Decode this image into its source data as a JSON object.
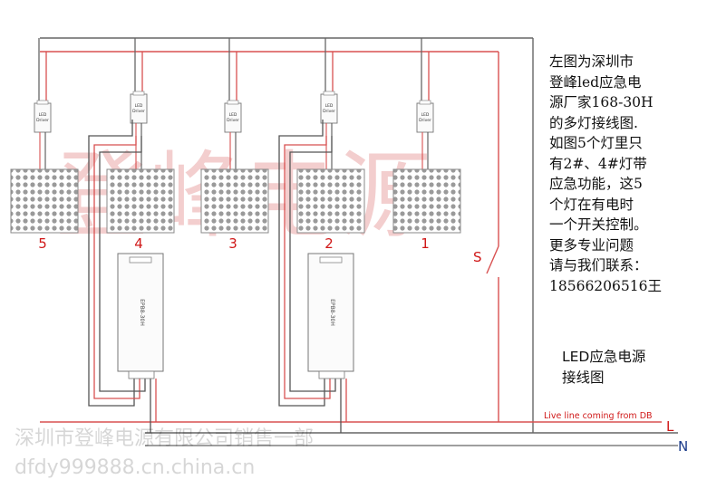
{
  "colors": {
    "live": "#d01818",
    "neutral": "#555555",
    "wire_red": "#e05050",
    "wire_dark": "#505050",
    "watermark": "#f0c8c8"
  },
  "watermark": {
    "big": "登峰电源",
    "company": "深圳市登峰电源有限公司销售一部",
    "site": "dfdy999888.cn.china.cn"
  },
  "description": {
    "text": "左图为深圳市\n登峰led应急电\n源厂家168-30H\n的多灯接线图.\n如图5个灯里只\n有2#、4#灯带\n应急功能，这5\n个灯在有电时\n一个开关控制。\n更多专业问题\n请与我们联系：\n18566206516王"
  },
  "diagram_title": "LED应急电源\n接线图",
  "lines": {
    "live": "Live line coming from DB",
    "live_symbol": "L",
    "neutral_symbol": "N"
  },
  "switch_label": "S",
  "drivers": {
    "label_line1": "LED",
    "label_line2": "Driver"
  },
  "emergency_units": {
    "label": "EPB8-30H"
  },
  "lamps": [
    "5",
    "4",
    "3",
    "2",
    "1"
  ]
}
